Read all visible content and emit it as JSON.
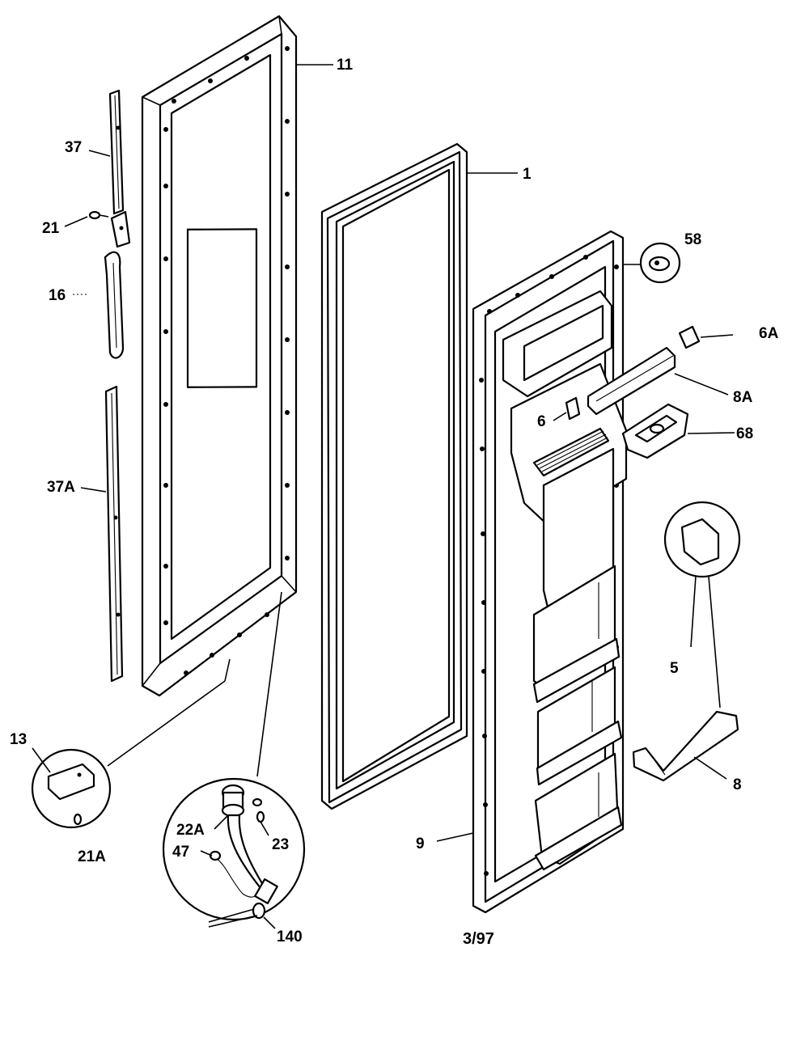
{
  "labels": {
    "l11": "11",
    "l1": "1",
    "l37": "37",
    "l21": "21",
    "l16": "16",
    "l37a": "37A",
    "l58": "58",
    "l6a": "6A",
    "l8a": "8A",
    "l6": "6",
    "l68": "68",
    "l5": "5",
    "l8": "8",
    "l13": "13",
    "l21a": "21A",
    "l22a": "22A",
    "l23": "23",
    "l47": "47",
    "l140": "140",
    "l9": "9"
  },
  "date_code": "3/97"
}
